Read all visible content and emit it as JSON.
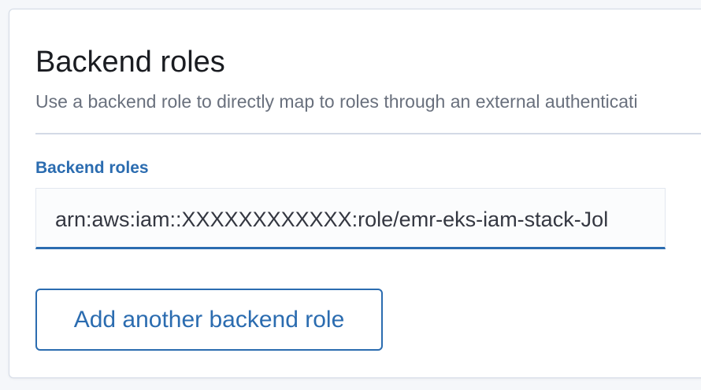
{
  "section": {
    "title": "Backend roles",
    "description": "Use a backend role to directly map to roles through an external authenticati"
  },
  "field": {
    "label": "Backend roles",
    "value": "arn:aws:iam::XXXXXXXXXXXX:role/emr-eks-iam-stack-Jol"
  },
  "actions": {
    "add_label": "Add another backend role"
  },
  "colors": {
    "accent": "#2b6cb0",
    "title_text": "#1a1c21",
    "muted_text": "#69707d",
    "border": "#d3dae6"
  }
}
